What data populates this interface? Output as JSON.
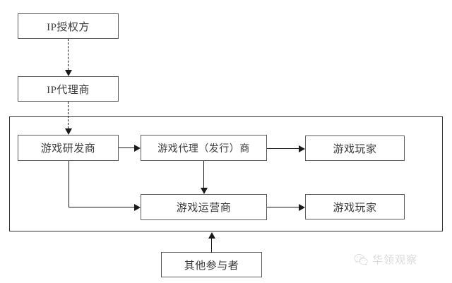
{
  "diagram": {
    "title_text": "",
    "nodes": {
      "ip_licensor": "IP授权方",
      "ip_agent": "IP代理商",
      "game_developer": "游戏研发商",
      "game_publisher": "游戏代理（发行）商",
      "game_operator": "游戏运营商",
      "game_player_top": "游戏玩家",
      "game_player_bottom": "游戏玩家",
      "other_participants": "其他参与者"
    },
    "colors": {
      "node_border": "#595959",
      "group_border": "#2f2f2f",
      "connector": "#1a1a1a",
      "text": "#3b3b3b",
      "background": "#ffffff",
      "watermark_text": "#8a8a8a"
    },
    "connectors": [
      {
        "name": "licensor-to-agent",
        "style": "dashed",
        "from": "ip_licensor",
        "to": "ip_agent"
      },
      {
        "name": "agent-to-developer",
        "style": "dashed",
        "from": "ip_agent",
        "to": "game_developer"
      },
      {
        "name": "developer-to-publisher",
        "style": "solid",
        "from": "game_developer",
        "to": "game_publisher"
      },
      {
        "name": "developer-to-operator",
        "style": "solid",
        "from": "game_developer",
        "to": "game_operator"
      },
      {
        "name": "publisher-to-operator",
        "style": "solid",
        "from": "game_publisher",
        "to": "game_operator"
      },
      {
        "name": "publisher-to-player",
        "style": "solid",
        "from": "game_publisher",
        "to": "game_player_top"
      },
      {
        "name": "operator-to-player",
        "style": "solid",
        "from": "game_operator",
        "to": "game_player_bottom"
      },
      {
        "name": "other-participants-to-group",
        "style": "solid",
        "from": "other_participants",
        "to": "industry-group"
      }
    ]
  },
  "watermark": {
    "label": "华领观察",
    "icon": "wechat-icon"
  }
}
